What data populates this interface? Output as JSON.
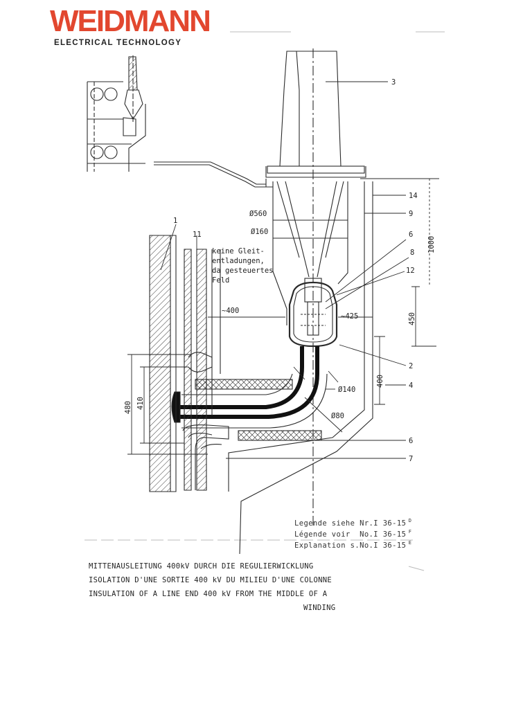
{
  "brand": {
    "name": "WEIDMANN",
    "tagline": "ELECTRICAL TECHNOLOGY",
    "color": "#e2472f"
  },
  "labels": {
    "d560": "Ø560",
    "d160": "Ø160",
    "approx400": "~400",
    "approx425": "~425",
    "d140": "Ø140",
    "d80": "Ø80",
    "dim1000": "1000",
    "dim450": "450",
    "dim400": "400",
    "dim480": "480",
    "dim410": "410",
    "note": [
      "keine Gleit-",
      "entladungen,",
      "da gesteuertes",
      "Feld"
    ]
  },
  "callouts": [
    "1",
    "11",
    "3",
    "14",
    "9",
    "6",
    "8",
    "12",
    "2",
    "4",
    "6",
    "7"
  ],
  "legend": [
    {
      "text": "Legende siehe Nr.I 36-15",
      "sup": "D"
    },
    {
      "text": "Légende voir  No.I 36-15",
      "sup": "F"
    },
    {
      "text": "Explanation s.No.I 36-15",
      "sup": "E"
    }
  ],
  "caption": [
    "MITTENAUSLEITUNG 400kV DURCH DIE REGULIERWICKLUNG",
    "ISOLATION D'UNE SORTIE 400 kV DU MILIEU D'UNE COLONNE",
    "INSULATION OF A LINE END 400 kV FROM THE MIDDLE OF A",
    "WINDING"
  ]
}
